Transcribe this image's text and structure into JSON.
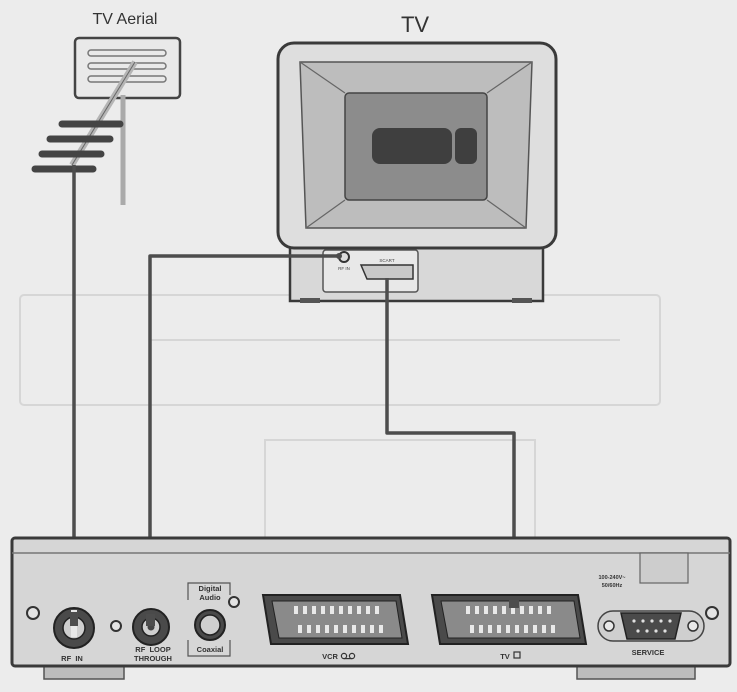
{
  "labels": {
    "aerial": "TV Aerial",
    "tv": "TV",
    "tv_rf_in": "RF IN",
    "tv_scart": "SCART",
    "rf_in": "RF  IN",
    "rf_loop_line1": "RF  LOOP",
    "rf_loop_line2": "THROUGH",
    "digital_audio_line1": "Digital",
    "digital_audio_line2": "Audio",
    "coaxial": "Coaxial",
    "vcr": "VCR",
    "tv_port": "TV",
    "power_line1": "100-240V~",
    "power_line2": "50/60Hz",
    "service": "SERVICE"
  },
  "colors": {
    "background": "#ececec",
    "outline": "#3a3a3a",
    "panel": "#d6d6d6",
    "dark": "#4a4a4a",
    "cable": "#4d4d4d",
    "screen": "#8c8c8c"
  }
}
